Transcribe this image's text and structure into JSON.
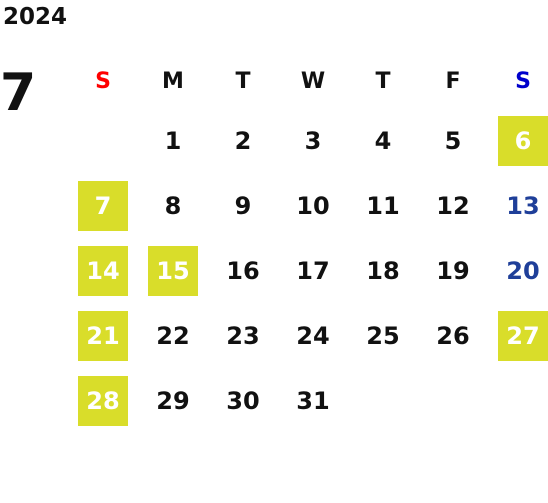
{
  "calendar": {
    "year": "2024",
    "month": "7",
    "weekdays": [
      {
        "label": "S",
        "color": "#ff0000"
      },
      {
        "label": "M",
        "color": "#111111"
      },
      {
        "label": "T",
        "color": "#111111"
      },
      {
        "label": "W",
        "color": "#111111"
      },
      {
        "label": "T",
        "color": "#111111"
      },
      {
        "label": "F",
        "color": "#111111"
      },
      {
        "label": "S",
        "color": "#0000cc"
      }
    ],
    "highlight_color": "#d9dd2a",
    "saturday_text_color": "#1f3f99",
    "weeks": [
      [
        {
          "day": ""
        },
        {
          "day": "1"
        },
        {
          "day": "2"
        },
        {
          "day": "3"
        },
        {
          "day": "4"
        },
        {
          "day": "5"
        },
        {
          "day": "6",
          "highlighted": true
        }
      ],
      [
        {
          "day": "7",
          "highlighted": true
        },
        {
          "day": "8"
        },
        {
          "day": "9"
        },
        {
          "day": "10"
        },
        {
          "day": "11"
        },
        {
          "day": "12"
        },
        {
          "day": "13",
          "saturday": true
        }
      ],
      [
        {
          "day": "14",
          "highlighted": true
        },
        {
          "day": "15",
          "highlighted": true
        },
        {
          "day": "16"
        },
        {
          "day": "17"
        },
        {
          "day": "18"
        },
        {
          "day": "19"
        },
        {
          "day": "20",
          "saturday": true
        }
      ],
      [
        {
          "day": "21",
          "highlighted": true
        },
        {
          "day": "22"
        },
        {
          "day": "23"
        },
        {
          "day": "24"
        },
        {
          "day": "25"
        },
        {
          "day": "26"
        },
        {
          "day": "27",
          "highlighted": true
        }
      ],
      [
        {
          "day": "28",
          "highlighted": true
        },
        {
          "day": "29"
        },
        {
          "day": "30"
        },
        {
          "day": "31"
        },
        {
          "day": ""
        },
        {
          "day": ""
        },
        {
          "day": ""
        }
      ]
    ]
  }
}
